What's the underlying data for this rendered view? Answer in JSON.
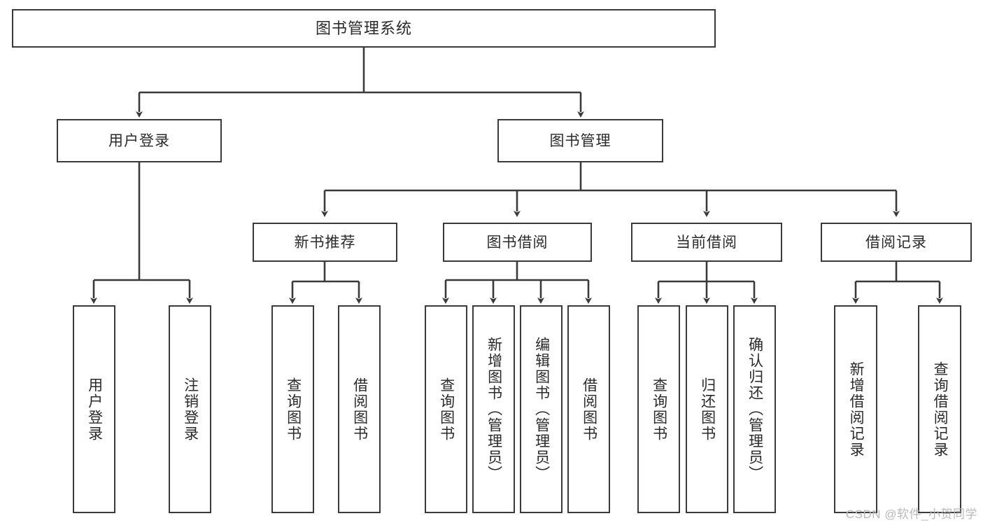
{
  "diagram": {
    "title": "图书管理系统",
    "type": "tree-hierarchy",
    "watermark": "CSDN @软件_小贺同学",
    "colors": {
      "background": "#ffffff",
      "box_border": "#3a3a3a",
      "box_fill": "#ffffff",
      "edge": "#3a3a3a",
      "text": "#2a2a2a",
      "watermark": "#b9b9b9"
    },
    "levels": {
      "level1": [
        {
          "id": "root",
          "label": "图书管理系统"
        }
      ],
      "level2": [
        {
          "id": "user-login",
          "label": "用户登录",
          "parent": "root"
        },
        {
          "id": "book-manage",
          "label": "图书管理",
          "parent": "root"
        }
      ],
      "level3": [
        {
          "id": "new-book-rec",
          "label": "新书推荐",
          "parent": "book-manage"
        },
        {
          "id": "book-borrow",
          "label": "图书借阅",
          "parent": "book-manage"
        },
        {
          "id": "current-borrow",
          "label": "当前借阅",
          "parent": "book-manage"
        },
        {
          "id": "borrow-record",
          "label": "借阅记录",
          "parent": "book-manage"
        }
      ],
      "level4": [
        {
          "id": "leaf-user-login",
          "label": "用户登录",
          "parent": "user-login"
        },
        {
          "id": "leaf-logout",
          "label": "注销登录",
          "parent": "user-login"
        },
        {
          "id": "leaf-query-book-1",
          "label": "查询图书",
          "parent": "new-book-rec"
        },
        {
          "id": "leaf-borrow-book-1",
          "label": "借阅图书",
          "parent": "new-book-rec"
        },
        {
          "id": "leaf-query-book-2",
          "label": "查询图书",
          "parent": "book-borrow"
        },
        {
          "id": "leaf-add-book",
          "label": "新增图书（管理员）",
          "parent": "book-borrow"
        },
        {
          "id": "leaf-edit-book",
          "label": "编辑图书（管理员）",
          "parent": "book-borrow"
        },
        {
          "id": "leaf-borrow-book-2",
          "label": "借阅图书",
          "parent": "book-borrow"
        },
        {
          "id": "leaf-query-book-3",
          "label": "查询图书",
          "parent": "current-borrow"
        },
        {
          "id": "leaf-return-book",
          "label": "归还图书",
          "parent": "current-borrow"
        },
        {
          "id": "leaf-confirm-return",
          "label": "确认归还（管理员）",
          "parent": "current-borrow"
        },
        {
          "id": "leaf-add-record",
          "label": "新增借阅记录",
          "parent": "borrow-record"
        },
        {
          "id": "leaf-query-record",
          "label": "查询借阅记录",
          "parent": "borrow-record"
        }
      ]
    }
  }
}
